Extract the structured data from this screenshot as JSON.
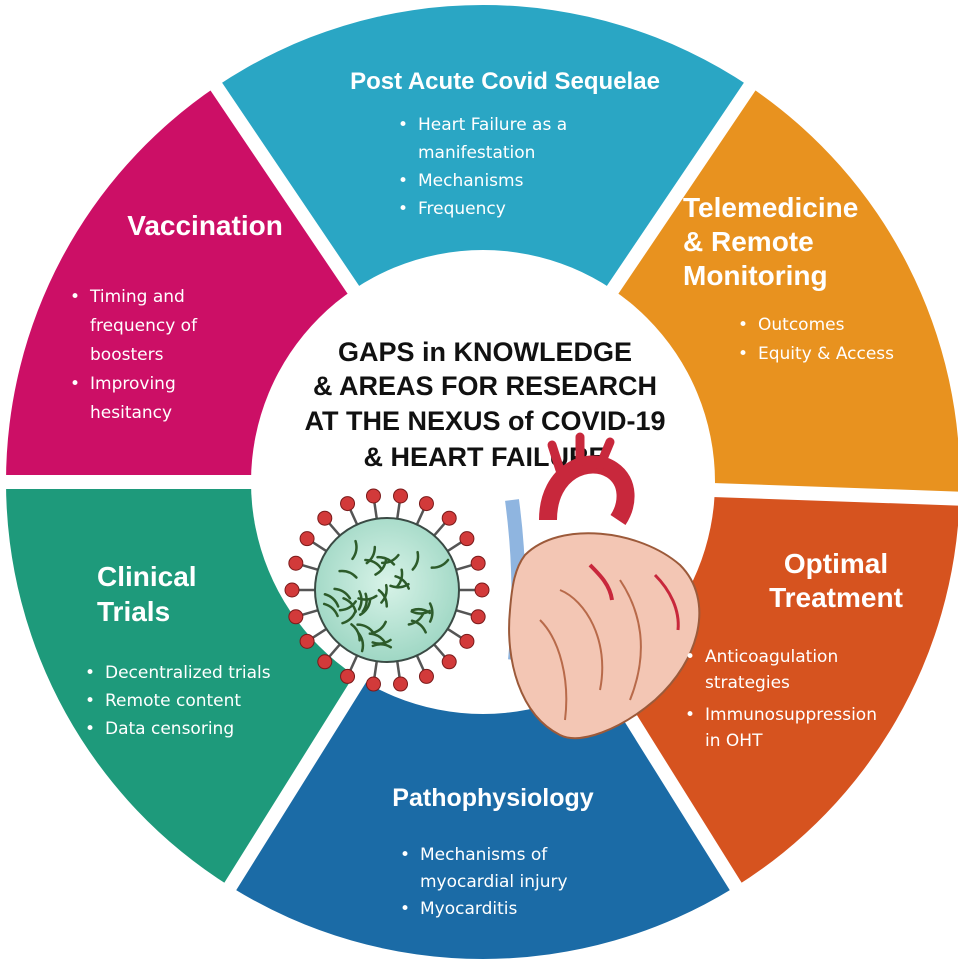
{
  "center": {
    "lines": [
      "GAPS in KNOWLEDGE",
      "& AREAS FOR RESEARCH",
      "AT THE NEXUS of COVID-19",
      "& HEART FAILURE"
    ]
  },
  "segments": [
    {
      "id": "post-acute",
      "color": "#2aa6c4",
      "title_lines": [
        "Post Acute Covid Sequelae"
      ],
      "bullets": [
        [
          "Heart Failure as a",
          "manifestation"
        ],
        [
          "Mechanisms"
        ],
        [
          "Frequency"
        ]
      ]
    },
    {
      "id": "telemedicine",
      "color": "#e8921f",
      "title_lines": [
        "Telemedicine",
        "& Remote",
        "Monitoring"
      ],
      "bullets": [
        [
          "Outcomes"
        ],
        [
          "Equity & Access"
        ]
      ]
    },
    {
      "id": "treatment",
      "color": "#d6531f",
      "title_lines": [
        "Optimal",
        "Treatment"
      ],
      "bullets": [
        [
          "Anticoagulation",
          "strategies"
        ],
        [
          "Immunosuppression",
          "in OHT"
        ]
      ]
    },
    {
      "id": "pathophysiology",
      "color": "#1b6ba6",
      "title_lines": [
        "Pathophysiology"
      ],
      "bullets": [
        [
          "Mechanisms of",
          "myocardial injury"
        ],
        [
          "Myocarditis"
        ]
      ]
    },
    {
      "id": "clinical-trials",
      "color": "#1e9a7b",
      "title_lines": [
        "Clinical",
        "Trials"
      ],
      "bullets": [
        [
          "Decentralized trials"
        ],
        [
          "Remote content"
        ],
        [
          "Data censoring"
        ]
      ]
    },
    {
      "id": "vaccination",
      "color": "#cc0f66",
      "title_lines": [
        "Vaccination"
      ],
      "bullets": [
        [
          "Timing and",
          "frequency of",
          "boosters"
        ],
        [
          "Improving",
          "hesitancy"
        ]
      ]
    }
  ],
  "colors": {
    "virus_body": "#bfe8d8",
    "virus_spike": "#d23a3a",
    "heart_red": "#c8283c",
    "heart_blue": "#3f74c4"
  },
  "illustrations": [
    "virus-icon",
    "heart-icon"
  ]
}
